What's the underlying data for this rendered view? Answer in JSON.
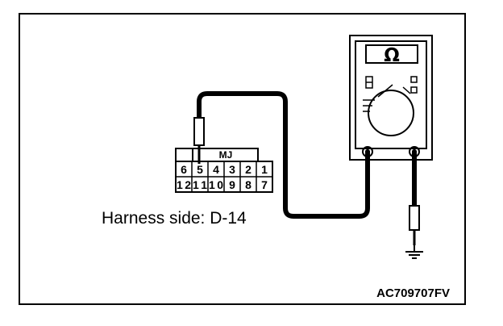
{
  "connector": {
    "label": "MJ",
    "pins_top": [
      "6",
      "5",
      "4",
      "3",
      "2",
      "1"
    ],
    "pins_bottom": [
      "12",
      "11",
      "10",
      "9",
      "8",
      "7"
    ]
  },
  "meter": {
    "symbol": "Ω"
  },
  "caption": "Harness side: D-14",
  "figure_code": "AC709707FV"
}
